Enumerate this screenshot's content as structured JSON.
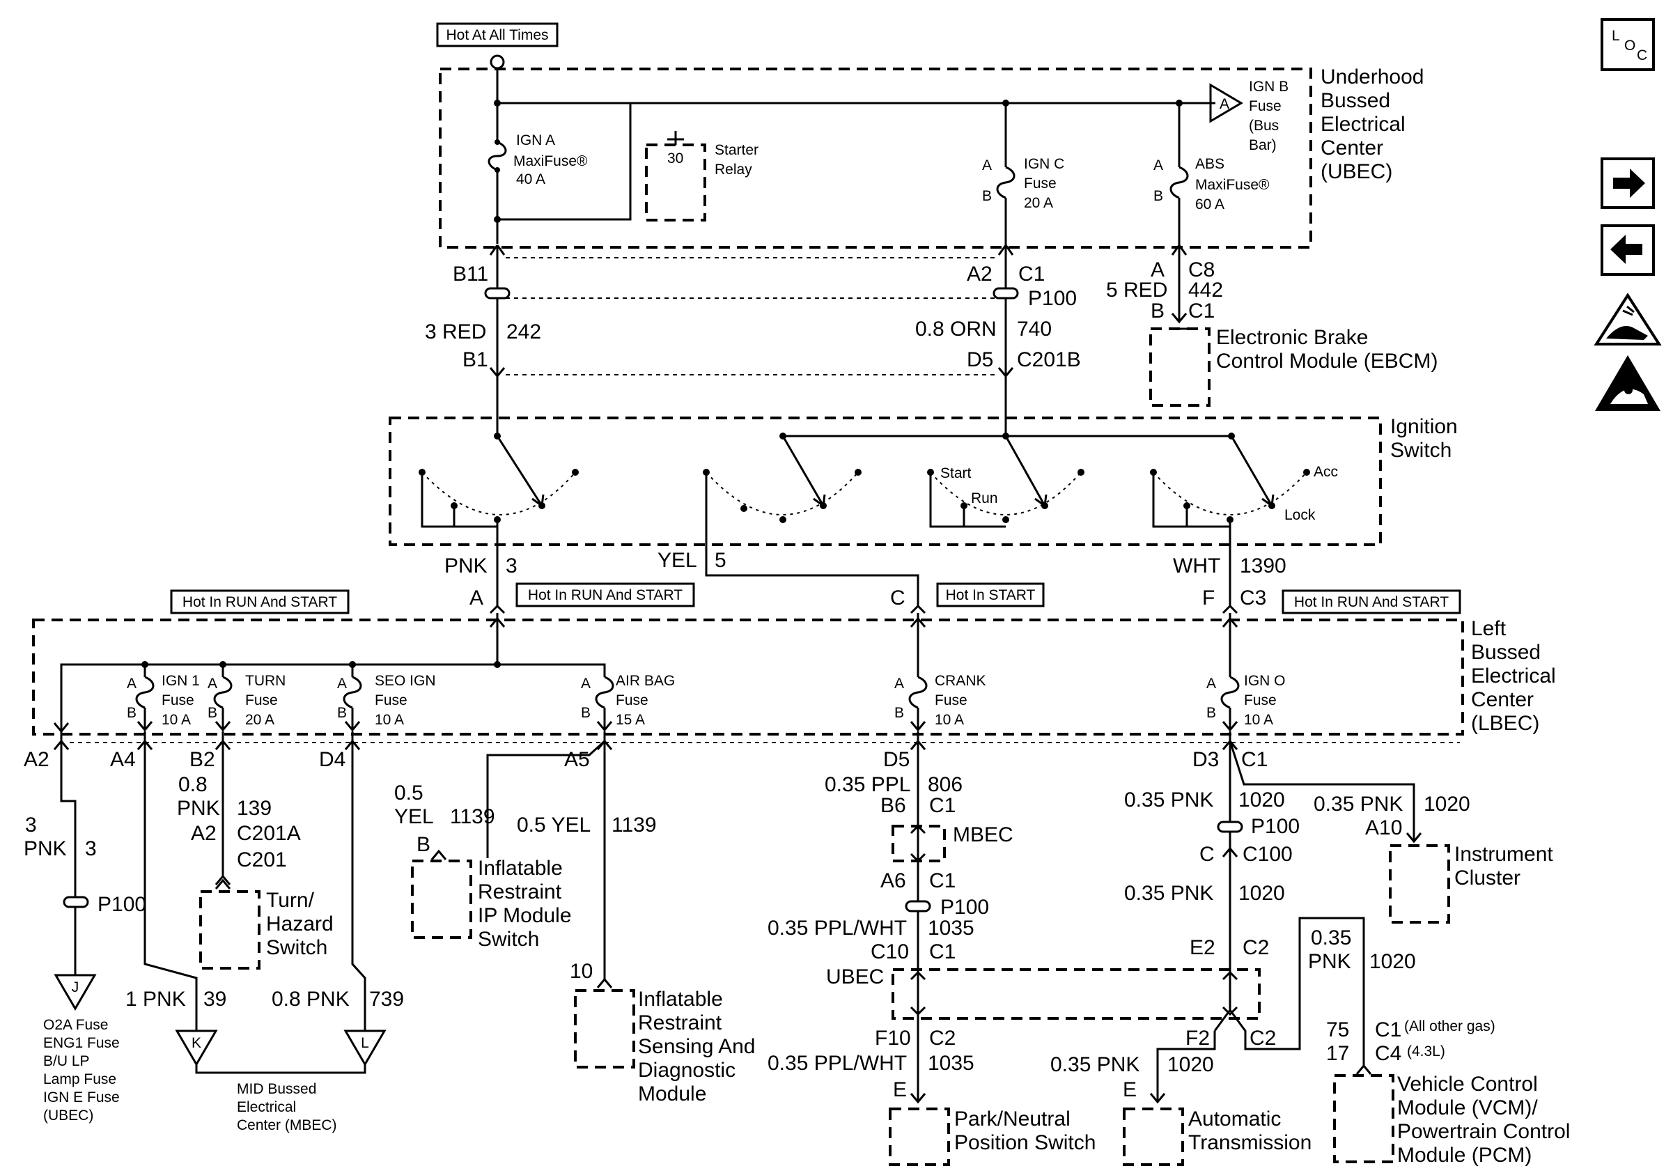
{
  "tags": {
    "hot_all_times": "Hot At All Times",
    "hot_run_start": "Hot In RUN And START",
    "hot_start": "Hot In START"
  },
  "ubec": {
    "title": [
      "Underhood",
      "Bussed",
      "Electrical",
      "Center",
      "(UBEC)"
    ],
    "ign_a": [
      "IGN A",
      "MaxiFuse®",
      "40 A"
    ],
    "starter_relay": [
      "Starter",
      "Relay"
    ],
    "starter_pin": "30",
    "ign_c": [
      "IGN C",
      "Fuse",
      "20 A"
    ],
    "abs": [
      "ABS",
      "MaxiFuse®",
      "60 A"
    ],
    "ign_b": [
      "IGN B",
      "Fuse",
      "(Bus",
      "Bar)"
    ],
    "pin_a": "A",
    "pin_b": "B",
    "conn_b11": "B11",
    "conn_a2": "A2",
    "conn_c1": "C1",
    "conn_p100": "P100",
    "conn_c8": "C8",
    "wire_3red": "3 RED",
    "circ_242": "242",
    "conn_b1": "B1",
    "wire_08orn": "0.8 ORN",
    "circ_740": "740",
    "conn_d5": "D5",
    "conn_c201b": "C201B",
    "wire_5red": "5 RED",
    "circ_442": "442"
  },
  "ebcm": [
    "Electronic Brake",
    "Control Module (EBCM)"
  ],
  "ignition_switch": {
    "title": [
      "Ignition",
      "Switch"
    ],
    "start": "Start",
    "run": "Run",
    "acc": "Acc",
    "lock": "Lock"
  },
  "switch_outputs": {
    "pnk": "PNK",
    "c3_circ": "3",
    "yel": "YEL",
    "c5_circ": "5",
    "wht": "WHT",
    "c1390": "1390",
    "pin_a": "A",
    "pin_c": "C",
    "pin_f": "F",
    "conn_c3": "C3"
  },
  "lbec": {
    "title": [
      "Left",
      "Bussed",
      "Electrical",
      "Center",
      "(LBEC)"
    ],
    "ign1": [
      "IGN 1",
      "Fuse",
      "10 A"
    ],
    "turn": [
      "TURN",
      "Fuse",
      "20 A"
    ],
    "seo": [
      "SEO IGN",
      "Fuse",
      "10 A"
    ],
    "airbag": [
      "AIR BAG",
      "Fuse",
      "15 A"
    ],
    "crank": [
      "CRANK",
      "Fuse",
      "10 A"
    ],
    "igno": [
      "IGN O",
      "Fuse",
      "10 A"
    ]
  },
  "lower": {
    "a2": "A2",
    "a4": "A4",
    "b2": "B2",
    "d4": "D4",
    "a5": "A5",
    "d5": "D5",
    "d3": "D3",
    "c1": "C1",
    "w3": "3",
    "pnk": "PNK",
    "c3": "3",
    "p100": "P100",
    "w08": "0.8",
    "c139": "139",
    "a2b": "A2",
    "c201a": "C201A",
    "c201": "C201",
    "turn_hazard": [
      "Turn/",
      "Hazard",
      "Switch"
    ],
    "w1pnk": "1 PNK",
    "c39": "39",
    "w08pnk": "0.8 PNK",
    "c739": "739",
    "tj": "J",
    "tk": "K",
    "tl": "L",
    "fuse_list": [
      "O2A Fuse",
      "ENG1 Fuse",
      "B/U LP",
      "Lamp Fuse",
      "IGN E Fuse",
      "(UBEC)"
    ],
    "mbec_label": [
      "MID Bussed",
      "Electrical",
      "Center (MBEC)"
    ],
    "w05": "0.5",
    "yel": "YEL",
    "c1139": "1139",
    "pin_b": "B",
    "w05yel": "0.5 YEL",
    "ip_module": [
      "Inflatable",
      "Restraint",
      "IP Module",
      "Switch"
    ],
    "pin10": "10",
    "sdm": [
      "Inflatable",
      "Restraint",
      "Sensing And",
      "Diagnostic",
      "Module"
    ],
    "w035ppl": "0.35 PPL",
    "c806": "806",
    "b6": "B6",
    "mbec": "MBEC",
    "a6": "A6",
    "w035pplwht": "0.35 PPL/WHT",
    "c1035": "1035",
    "c10": "C10",
    "ubec": "UBEC",
    "f10": "F10",
    "c2": "C2",
    "pin_e": "E",
    "pnp": [
      "Park/Neutral",
      "Position Switch"
    ],
    "w035pnk": "0.35 PNK",
    "c1020": "1020",
    "a10": "A10",
    "pin_c": "C",
    "c100": "C100",
    "e2": "E2",
    "f2": "F2",
    "ipc": [
      "Instrument",
      "Cluster"
    ],
    "auto_trans": [
      "Automatic",
      "Transmission"
    ],
    "w035": "0.35",
    "pin75": "75",
    "pin17": "17",
    "c1_note": "(All other gas)",
    "c4": "C4",
    "c4_note": "(4.3L)",
    "vcm": [
      "Vehicle Control",
      "Module (VCM)/",
      "Powertrain Control",
      "Module (PCM)"
    ]
  },
  "side_icons": [
    "loc-icon",
    "arrow-right-icon",
    "arrow-left-icon",
    "esd-hand-icon",
    "esd-triangle-icon"
  ],
  "loc_text": [
    "L",
    "O",
    "C"
  ]
}
